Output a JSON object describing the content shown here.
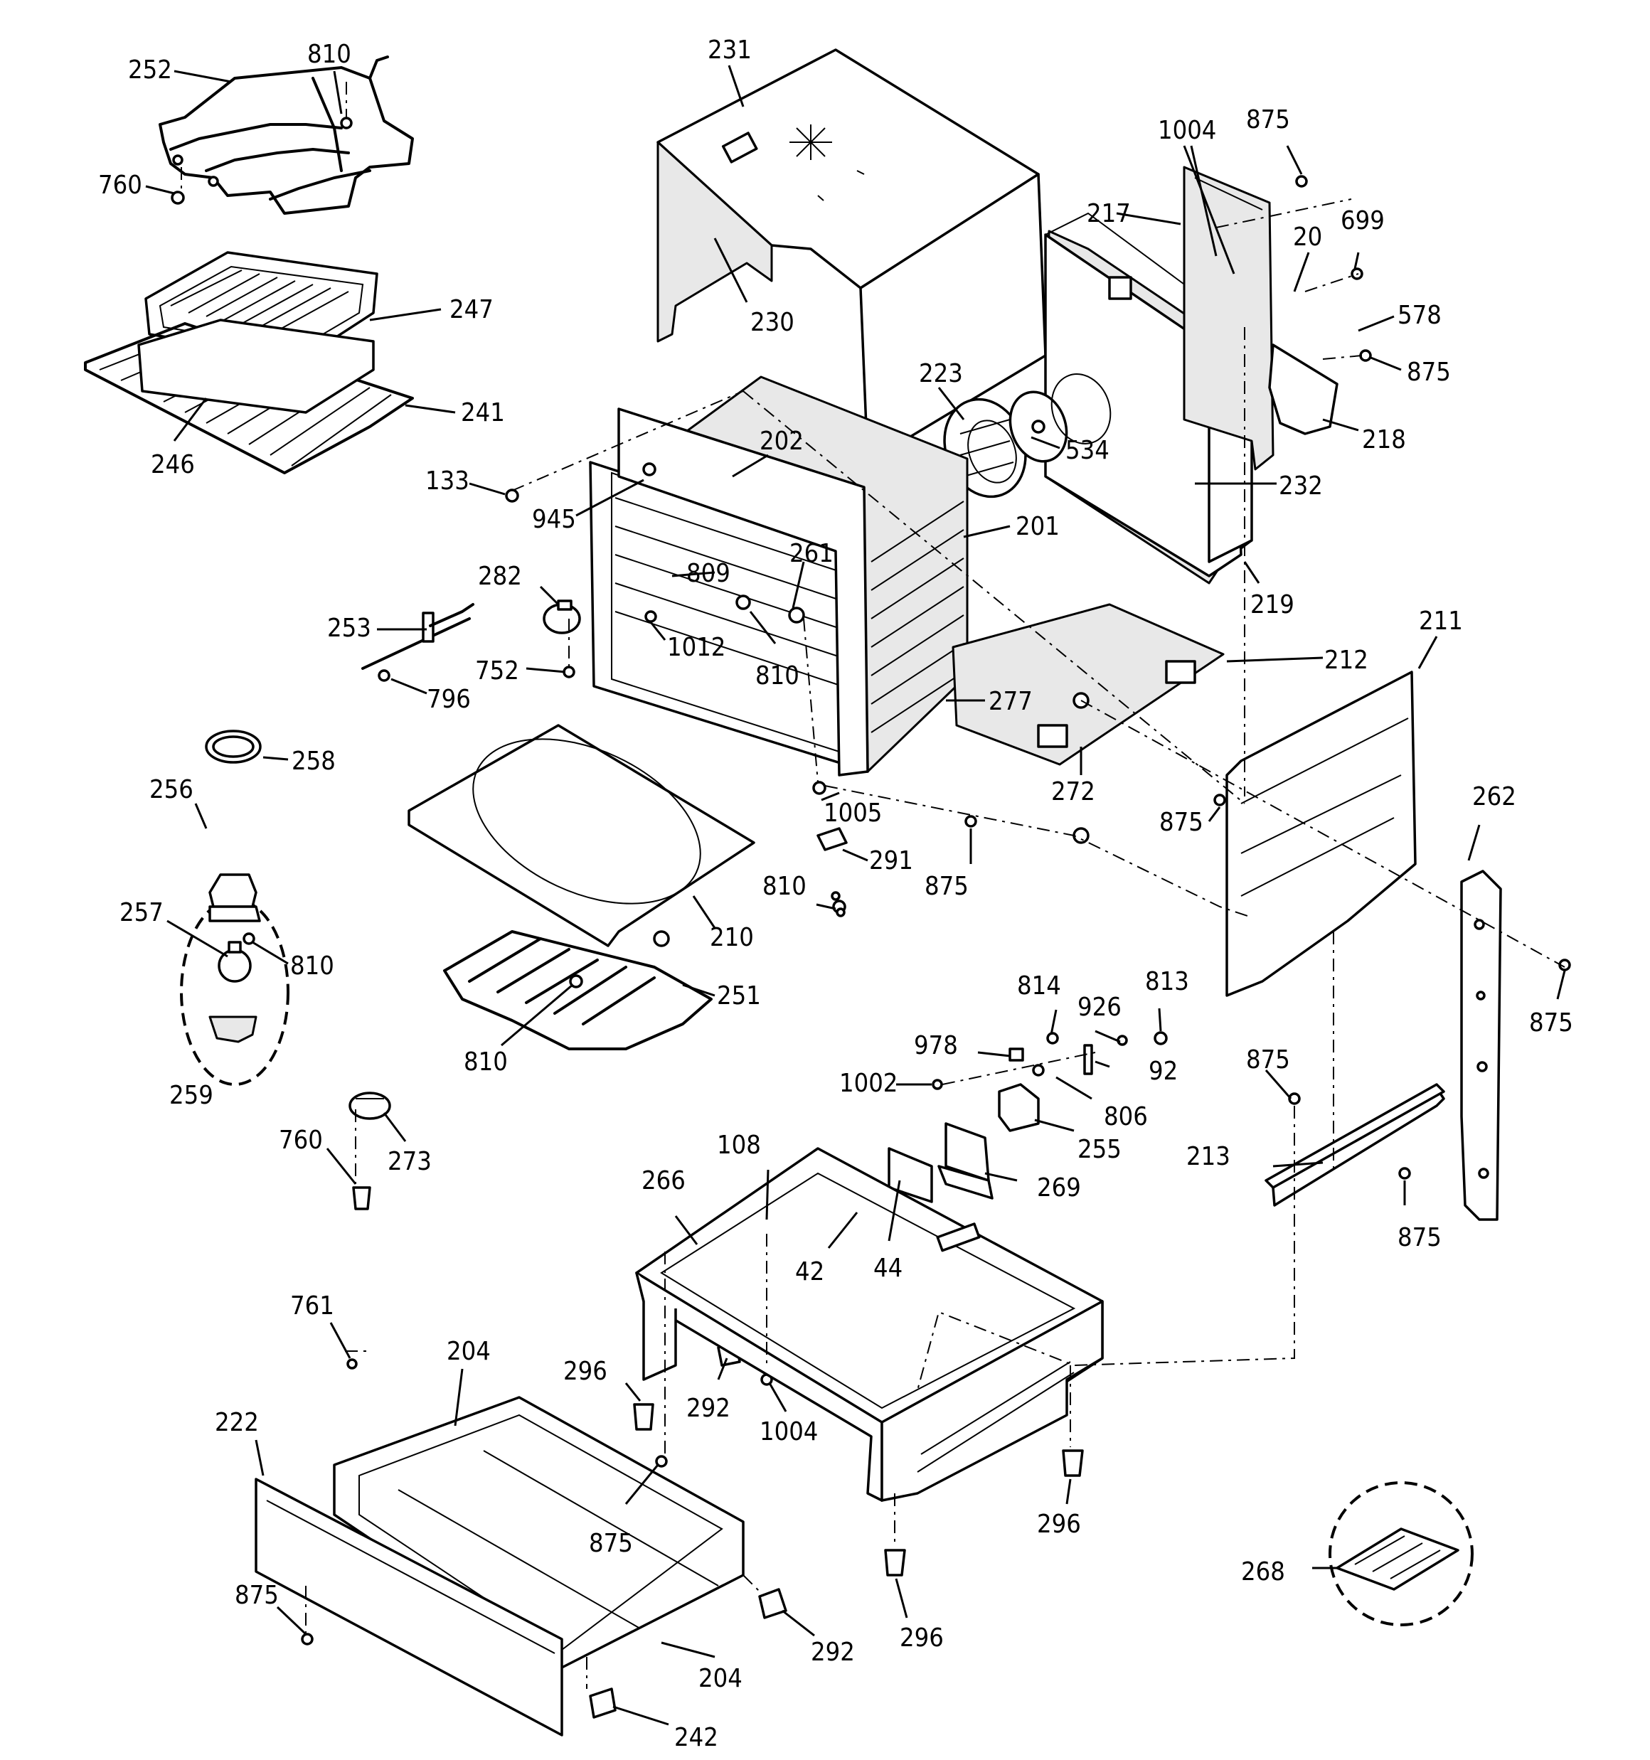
{
  "diagram": {
    "labels": [
      {
        "id": "252-a",
        "text": "252"
      },
      {
        "id": "810-a",
        "text": "810"
      },
      {
        "id": "760-a",
        "text": "760"
      },
      {
        "id": "231",
        "text": "231"
      },
      {
        "id": "230",
        "text": "230"
      },
      {
        "id": "247",
        "text": "247"
      },
      {
        "id": "241",
        "text": "241"
      },
      {
        "id": "246",
        "text": "246"
      },
      {
        "id": "1004-a",
        "text": "1004"
      },
      {
        "id": "875-a",
        "text": "875"
      },
      {
        "id": "217",
        "text": "217"
      },
      {
        "id": "20",
        "text": "20"
      },
      {
        "id": "699",
        "text": "699"
      },
      {
        "id": "578",
        "text": "578"
      },
      {
        "id": "875-b",
        "text": "875"
      },
      {
        "id": "218",
        "text": "218"
      },
      {
        "id": "223",
        "text": "223"
      },
      {
        "id": "534",
        "text": "534"
      },
      {
        "id": "232",
        "text": "232"
      },
      {
        "id": "202",
        "text": "202"
      },
      {
        "id": "133",
        "text": "133"
      },
      {
        "id": "945",
        "text": "945"
      },
      {
        "id": "201",
        "text": "201"
      },
      {
        "id": "219",
        "text": "219"
      },
      {
        "id": "261",
        "text": "261"
      },
      {
        "id": "809",
        "text": "809"
      },
      {
        "id": "282",
        "text": "282"
      },
      {
        "id": "1012",
        "text": "1012"
      },
      {
        "id": "253",
        "text": "253"
      },
      {
        "id": "810-b",
        "text": "810"
      },
      {
        "id": "752",
        "text": "752"
      },
      {
        "id": "796",
        "text": "796"
      },
      {
        "id": "211",
        "text": "211"
      },
      {
        "id": "212",
        "text": "212"
      },
      {
        "id": "277",
        "text": "277"
      },
      {
        "id": "258",
        "text": "258"
      },
      {
        "id": "272",
        "text": "272"
      },
      {
        "id": "256",
        "text": "256"
      },
      {
        "id": "1005",
        "text": "1005"
      },
      {
        "id": "875-c",
        "text": "875"
      },
      {
        "id": "262",
        "text": "262"
      },
      {
        "id": "291",
        "text": "291"
      },
      {
        "id": "875-d",
        "text": "875"
      },
      {
        "id": "257",
        "text": "257"
      },
      {
        "id": "810-c",
        "text": "810"
      },
      {
        "id": "210",
        "text": "210"
      },
      {
        "id": "810-d",
        "text": "810"
      },
      {
        "id": "251",
        "text": "251"
      },
      {
        "id": "875-e",
        "text": "875"
      },
      {
        "id": "810-e",
        "text": "810"
      },
      {
        "id": "259",
        "text": "259"
      },
      {
        "id": "814",
        "text": "814"
      },
      {
        "id": "813",
        "text": "813"
      },
      {
        "id": "926",
        "text": "926"
      },
      {
        "id": "978",
        "text": "978"
      },
      {
        "id": "92",
        "text": "92"
      },
      {
        "id": "1002",
        "text": "1002"
      },
      {
        "id": "806",
        "text": "806"
      },
      {
        "id": "875-f",
        "text": "875"
      },
      {
        "id": "255",
        "text": "255"
      },
      {
        "id": "760-b",
        "text": "760"
      },
      {
        "id": "273",
        "text": "273"
      },
      {
        "id": "213",
        "text": "213"
      },
      {
        "id": "108",
        "text": "108"
      },
      {
        "id": "266",
        "text": "266"
      },
      {
        "id": "269",
        "text": "269"
      },
      {
        "id": "875-g",
        "text": "875"
      },
      {
        "id": "42",
        "text": "42"
      },
      {
        "id": "44",
        "text": "44"
      },
      {
        "id": "761",
        "text": "761"
      },
      {
        "id": "204-a",
        "text": "204"
      },
      {
        "id": "296-a",
        "text": "296"
      },
      {
        "id": "222",
        "text": "222"
      },
      {
        "id": "292-a",
        "text": "292"
      },
      {
        "id": "1004-b",
        "text": "1004"
      },
      {
        "id": "875-h",
        "text": "875"
      },
      {
        "id": "296-b",
        "text": "296"
      },
      {
        "id": "268",
        "text": "268"
      },
      {
        "id": "875-i",
        "text": "875"
      },
      {
        "id": "292-b",
        "text": "292"
      },
      {
        "id": "296-c",
        "text": "296"
      },
      {
        "id": "204-b",
        "text": "204"
      },
      {
        "id": "242",
        "text": "242"
      }
    ]
  }
}
